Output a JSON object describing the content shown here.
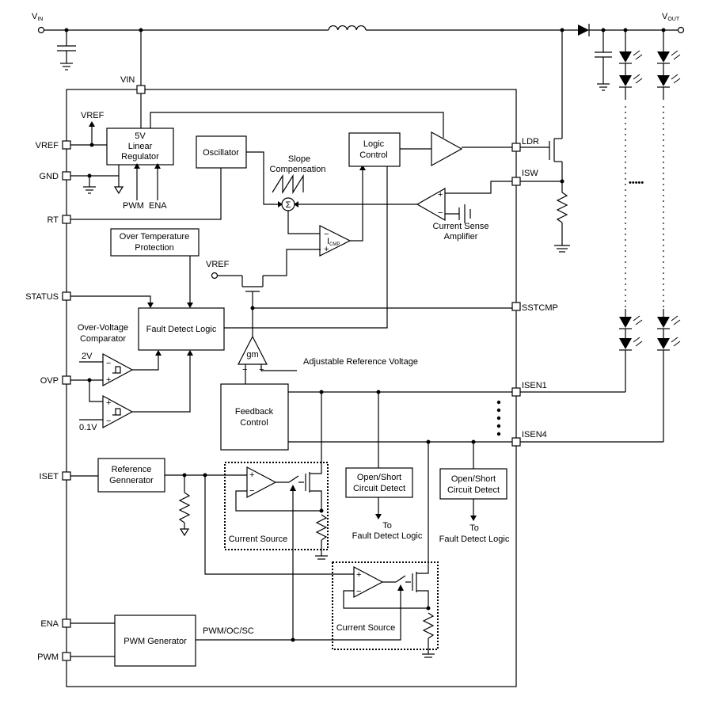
{
  "external": {
    "vin": "V",
    "vin_sub": "IN",
    "vout": "V",
    "vout_sub": "OUT"
  },
  "pins": {
    "vin": "VIN",
    "vref": "VREF",
    "gnd": "GND",
    "rt": "RT",
    "status": "STATUS",
    "ovp": "OVP",
    "iset": "ISET",
    "ena": "ENA",
    "pwm": "PWM",
    "ldr": "LDR",
    "isw": "ISW",
    "sstcmp": "SSTCMP",
    "isen1": "ISEN1",
    "isen4": "ISEN4"
  },
  "blocks": {
    "regulator": [
      "5V",
      "Linear",
      "Regulator"
    ],
    "oscillator": "Oscillator",
    "logic": [
      "Logic",
      "Control"
    ],
    "otp": [
      "Over Temperature",
      "Protection"
    ],
    "fault": "Fault Detect Logic",
    "feedback": [
      "Feedback",
      "Control"
    ],
    "refgen": [
      "Reference",
      "Gennerator"
    ],
    "pwmgen": "PWM Generator",
    "openshort1": [
      "Open/Short",
      "Circuit Detect"
    ],
    "openshort2": [
      "Open/Short",
      "Circuit Detect"
    ]
  },
  "labels": {
    "vref_top": "VREF",
    "pwm": "PWM",
    "ena": "ENA",
    "slope": [
      "Slope",
      "Compensation"
    ],
    "sigma": "Σ",
    "icmp": "I",
    "icmp_sub": "CMP",
    "csa": [
      "Current Sense",
      "Amplifier"
    ],
    "vref_mid": "VREF",
    "ovc": [
      "Over-Voltage",
      "Comparator"
    ],
    "two_v": "2V",
    "pt1v": "0.1V",
    "gm": "gm",
    "adj_ref": "Adjustable Reference Voltage",
    "cs1": "Current Source",
    "cs2": "Current Source",
    "to_fault1": [
      "To",
      "Fault Detect Logic"
    ],
    "to_fault2": [
      "To",
      "Fault Detect Logic"
    ],
    "pwm_oc_sc": "PWM/OC/SC",
    "ellipsis": "•••••"
  }
}
